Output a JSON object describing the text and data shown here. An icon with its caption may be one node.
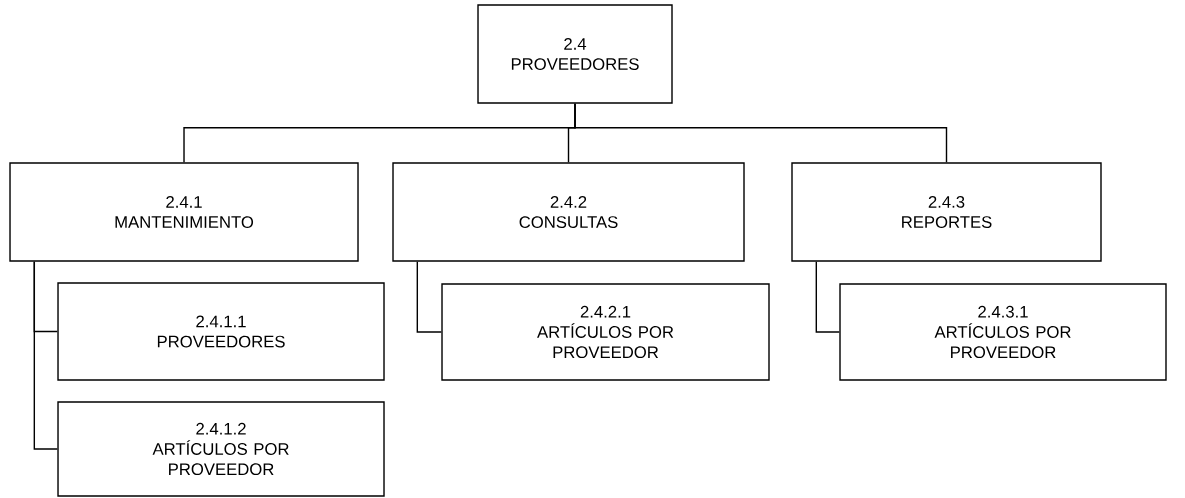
{
  "diagram": {
    "nodes": [
      {
        "text": [
          "2.4",
          "PROVEEDORES"
        ]
      },
      {
        "text": [
          "2.4.1",
          "MANTENIMIENTO"
        ]
      },
      {
        "text": [
          "2.4.2",
          "CONSULTAS"
        ]
      },
      {
        "text": [
          "2.4.3",
          "REPORTES"
        ]
      },
      {
        "text": [
          "2.4.1.1",
          "PROVEEDORES"
        ]
      },
      {
        "text": [
          "2.4.1.2",
          "ARTÍCULOS POR PROVEEDOR"
        ]
      },
      {
        "text": [
          "2.4.2.1",
          "ARTÍCULOS POR PROVEEDOR"
        ]
      },
      {
        "text": [
          "2.4.3.1",
          "ARTÍCULOS POR PROVEEDOR"
        ]
      }
    ],
    "edges": [
      {
        "from": 0,
        "to": 1,
        "arrow": "none"
      },
      {
        "from": 0,
        "to": 2,
        "arrow": "none"
      },
      {
        "from": 0,
        "to": 3,
        "arrow": "none"
      },
      {
        "from": 1,
        "to": 4,
        "arrow": "none"
      },
      {
        "from": 1,
        "to": 5,
        "arrow": "none"
      },
      {
        "from": 2,
        "to": 6,
        "arrow": "none"
      },
      {
        "from": 3,
        "to": 7,
        "arrow": "none"
      }
    ]
  }
}
